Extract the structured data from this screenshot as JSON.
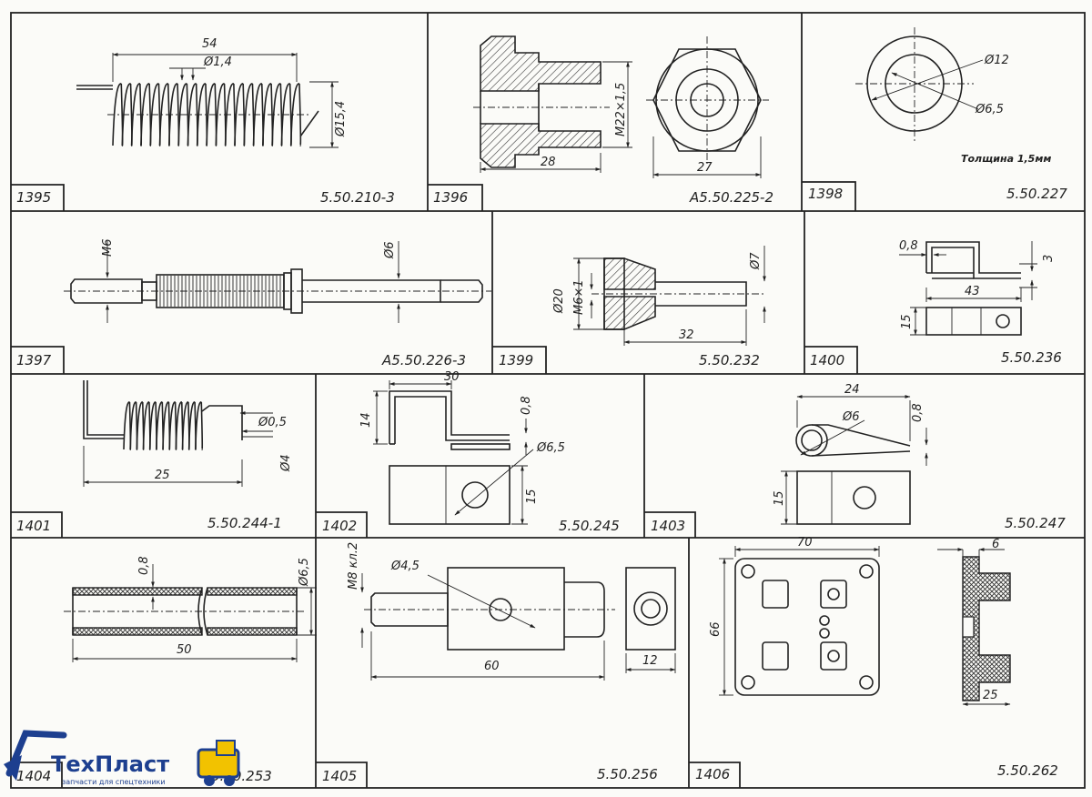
{
  "cells": [
    {
      "id": "1395",
      "code": "5.50.210-3",
      "dims": [
        "54",
        "Ø1,4",
        "Ø15,4"
      ]
    },
    {
      "id": "1396",
      "code": "А5.50.225-2",
      "dims": [
        "28",
        "M22×1,5",
        "27"
      ]
    },
    {
      "id": "1398",
      "code": "5.50.227",
      "dims": [
        "Ø12",
        "Ø6,5"
      ],
      "note": "Толщина 1,5мм"
    },
    {
      "id": "1397",
      "code": "А5.50.226-3",
      "dims": [
        "M6",
        "Ø6"
      ]
    },
    {
      "id": "1399",
      "code": "5.50.232",
      "dims": [
        "Ø20",
        "M6×1",
        "32",
        "Ø7"
      ]
    },
    {
      "id": "1400",
      "code": "5.50.236",
      "dims": [
        "0,8",
        "3",
        "43",
        "15"
      ]
    },
    {
      "id": "1401",
      "code": "5.50.244-1",
      "dims": [
        "Ø0,5",
        "Ø4",
        "25"
      ]
    },
    {
      "id": "1402",
      "code": "5.50.245",
      "dims": [
        "30",
        "14",
        "0,8",
        "Ø6,5",
        "15"
      ]
    },
    {
      "id": "1403",
      "code": "5.50.247",
      "dims": [
        "24",
        "Ø6",
        "0,8",
        "15"
      ]
    },
    {
      "id": "1404",
      "code": "5.50.253",
      "dims": [
        "0,8",
        "Ø6,5",
        "50"
      ]
    },
    {
      "id": "1405",
      "code": "5.50.256",
      "dims": [
        "M8 кл.2",
        "Ø4,5",
        "60",
        "12"
      ]
    },
    {
      "id": "1406",
      "code": "5.50.262",
      "dims": [
        "70",
        "66",
        "6",
        "25"
      ]
    }
  ],
  "logo": {
    "name": "ТехПласт",
    "tagline": "запчасти для спецтехники",
    "colors": {
      "primary": "#1d3f8f",
      "accent": "#f2c200"
    }
  }
}
